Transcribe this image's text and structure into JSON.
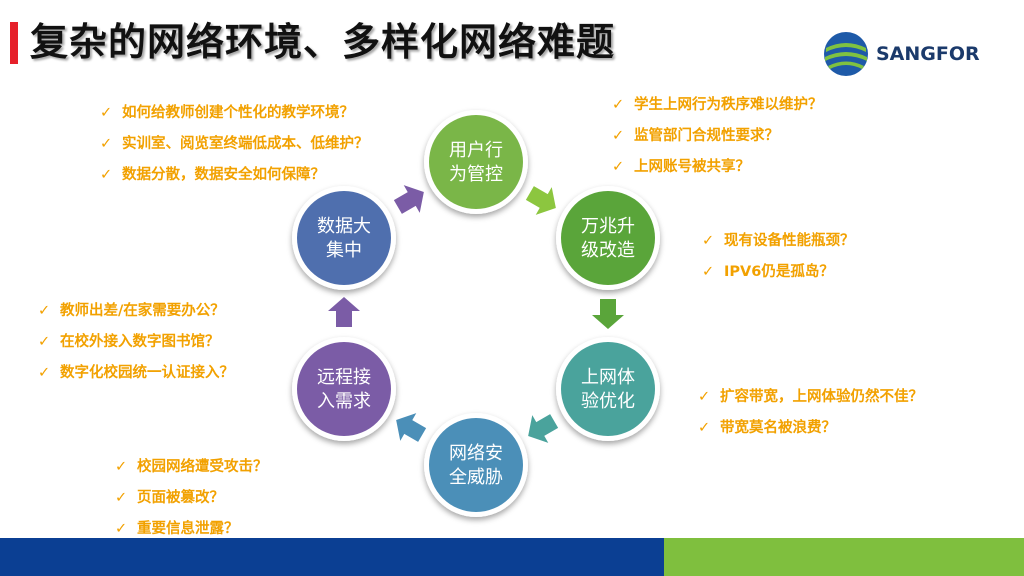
{
  "title": "复杂的网络环境、多样化网络难题",
  "logo": {
    "text": "SANGFOR"
  },
  "colors": {
    "title_bar": "#e6202a",
    "question_text": "#f2a100",
    "footer_blue": "#0b3f93",
    "footer_green": "#7fbf3e"
  },
  "nodes": [
    {
      "lines": [
        "用户行",
        "为管控"
      ],
      "color": "#7ab648"
    },
    {
      "lines": [
        "万兆升",
        "级改造"
      ],
      "color": "#5aa53a"
    },
    {
      "lines": [
        "上网体",
        "验优化"
      ],
      "color": "#4aa39c"
    },
    {
      "lines": [
        "网络安",
        "全威胁"
      ],
      "color": "#4b8fb8"
    },
    {
      "lines": [
        "远程接",
        "入需求"
      ],
      "color": "#7b5ca6"
    },
    {
      "lines": [
        "数据大",
        "集中"
      ],
      "color": "#4f6fae"
    }
  ],
  "question_groups": [
    {
      "items": [
        "学生上网行为秩序难以维护？",
        "监管部门合规性要求？",
        "上网账号被共享？"
      ]
    },
    {
      "items": [
        "现有设备性能瓶颈？",
        "IPV6仍是孤岛？"
      ]
    },
    {
      "items": [
        "扩容带宽，上网体验仍然不佳？",
        "带宽莫名被浪费？"
      ]
    },
    {
      "items": [
        "校园网络遭受攻击？",
        "页面被篡改？",
        "重要信息泄露？"
      ]
    },
    {
      "items": [
        "教师出差/在家需要办公？",
        "在校外接入数字图书馆？",
        "数字化校园统一认证接入？"
      ]
    },
    {
      "items": [
        "如何给教师创建个性化的教学环境？",
        "实训室、阅览室终端低成本、低维护？",
        "数据分散，数据安全如何保障？"
      ]
    }
  ]
}
